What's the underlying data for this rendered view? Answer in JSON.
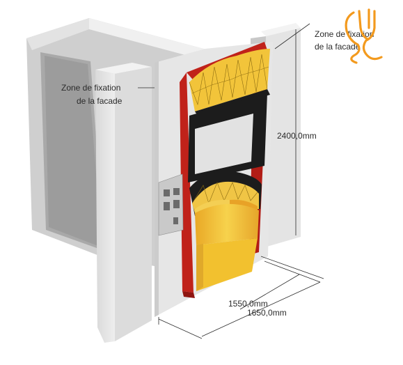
{
  "labels": {
    "fixation_left_line1": "Zone de fixation",
    "fixation_left_line2": "de la facade",
    "fixation_right_line1": "Zone de fixation",
    "fixation_right_line2": "de la facade",
    "height": "2400,0mm",
    "width_inner": "1550,0mm",
    "width_outer": "1650,0mm"
  },
  "logo": {
    "name": "fork-and-spoon-logo",
    "color": "#f39a1e"
  },
  "colors": {
    "wall_light": "#ebebeb",
    "wall_mid": "#d6d6d6",
    "wall_dark": "#b9b9b9",
    "frame_red": "#c0221a",
    "body_yellow": "#f2c43a",
    "body_orange": "#e89a22",
    "screen": "#e2e2e2",
    "panel_black": "#1c1c1c"
  }
}
